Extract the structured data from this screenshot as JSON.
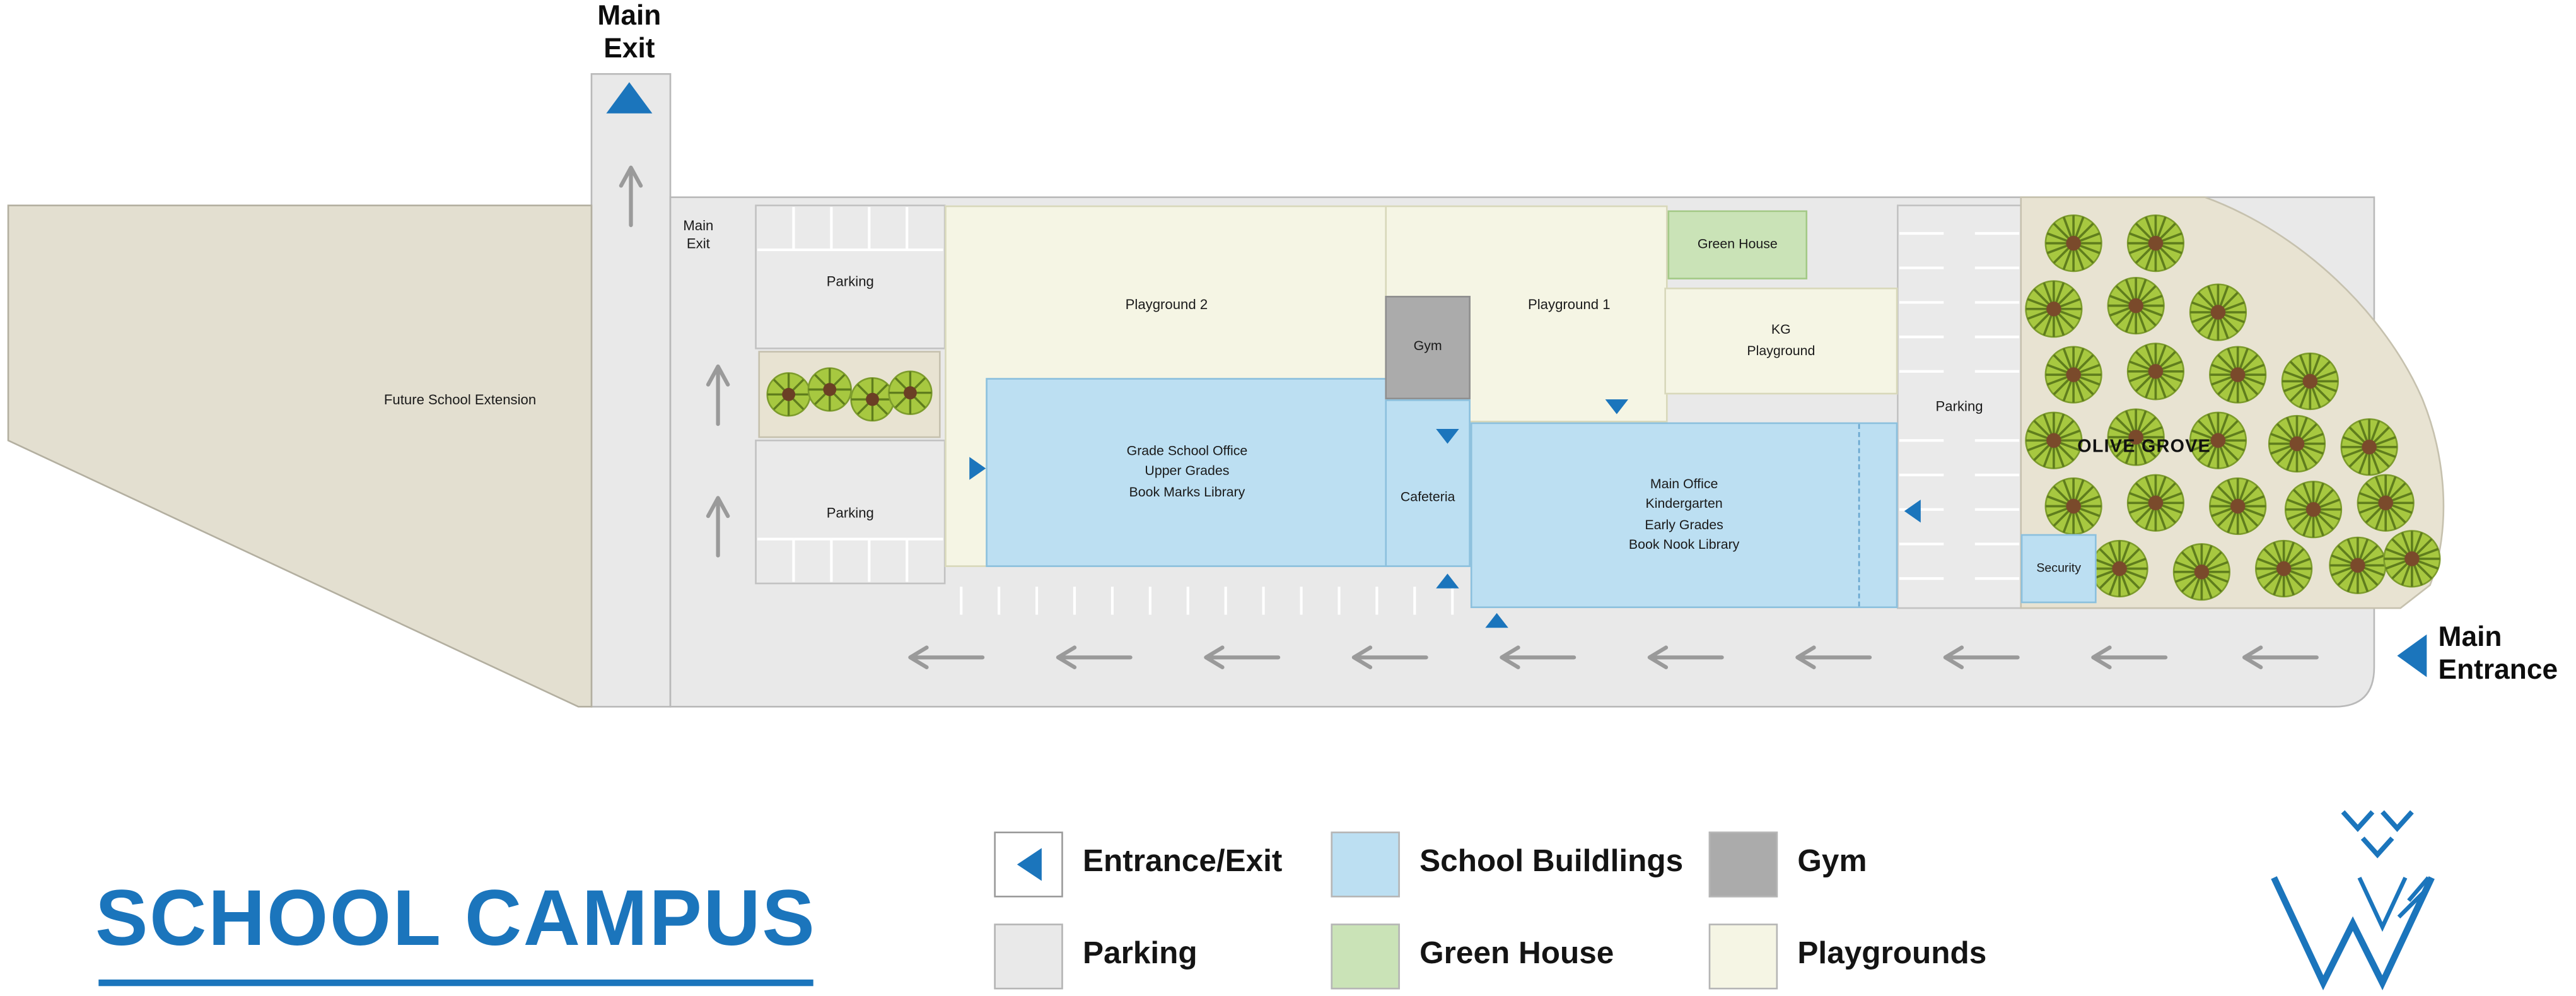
{
  "accent": "#1b75bc",
  "colors": {
    "road": "#e9e9e9",
    "road_border": "#b9b9b9",
    "extension": "#e3dfd0",
    "extension_border": "#b3afa0",
    "grove": "#e8e3d2",
    "grove_border": "#c6c1ae",
    "building": "#bcdff2",
    "building_border": "#8cc0dd",
    "playground": "#f5f5e4",
    "playground_border": "#d8d8ba",
    "greenhouse": "#cae3b7",
    "greenhouse_border": "#a4c987",
    "gym": "#ababab",
    "gym_border": "#8f8f8f",
    "tree_leaf": "#a7c840",
    "tree_spoke": "#5f7d1d",
    "tree_trunk": "#7a4a2b",
    "arrow": "#9a9a9a"
  },
  "map": {
    "main_exit_top": "Main\nExit",
    "main_exit_road": "Main\nExit",
    "future_extension": "Future School Extension",
    "parking_top_left": "Parking",
    "parking_bottom_left": "Parking",
    "parking_right": "Parking",
    "playground_2": "Playground 2",
    "grade_school_office": "Grade School Office\nUpper Grades\nBook Marks Library",
    "gym": "Gym",
    "cafeteria": "Cafeteria",
    "playground_1": "Playground 1",
    "green_house": "Green House",
    "kg_playground": "KG\nPlayground",
    "main_office": "Main Office\nKindergarten\nEarly Grades\nBook Nook Library",
    "olive_grove": "OLIVE GROVE",
    "security": "Security",
    "main_entrance": "Main\nEntrance"
  },
  "legend": {
    "title": "SCHOOL CAMPUS",
    "items": [
      {
        "label": "Entrance/Exit"
      },
      {
        "label": "School Buildlings"
      },
      {
        "label": "Gym"
      },
      {
        "label": "Parking"
      },
      {
        "label": "Green House"
      },
      {
        "label": "Playgrounds"
      }
    ]
  }
}
